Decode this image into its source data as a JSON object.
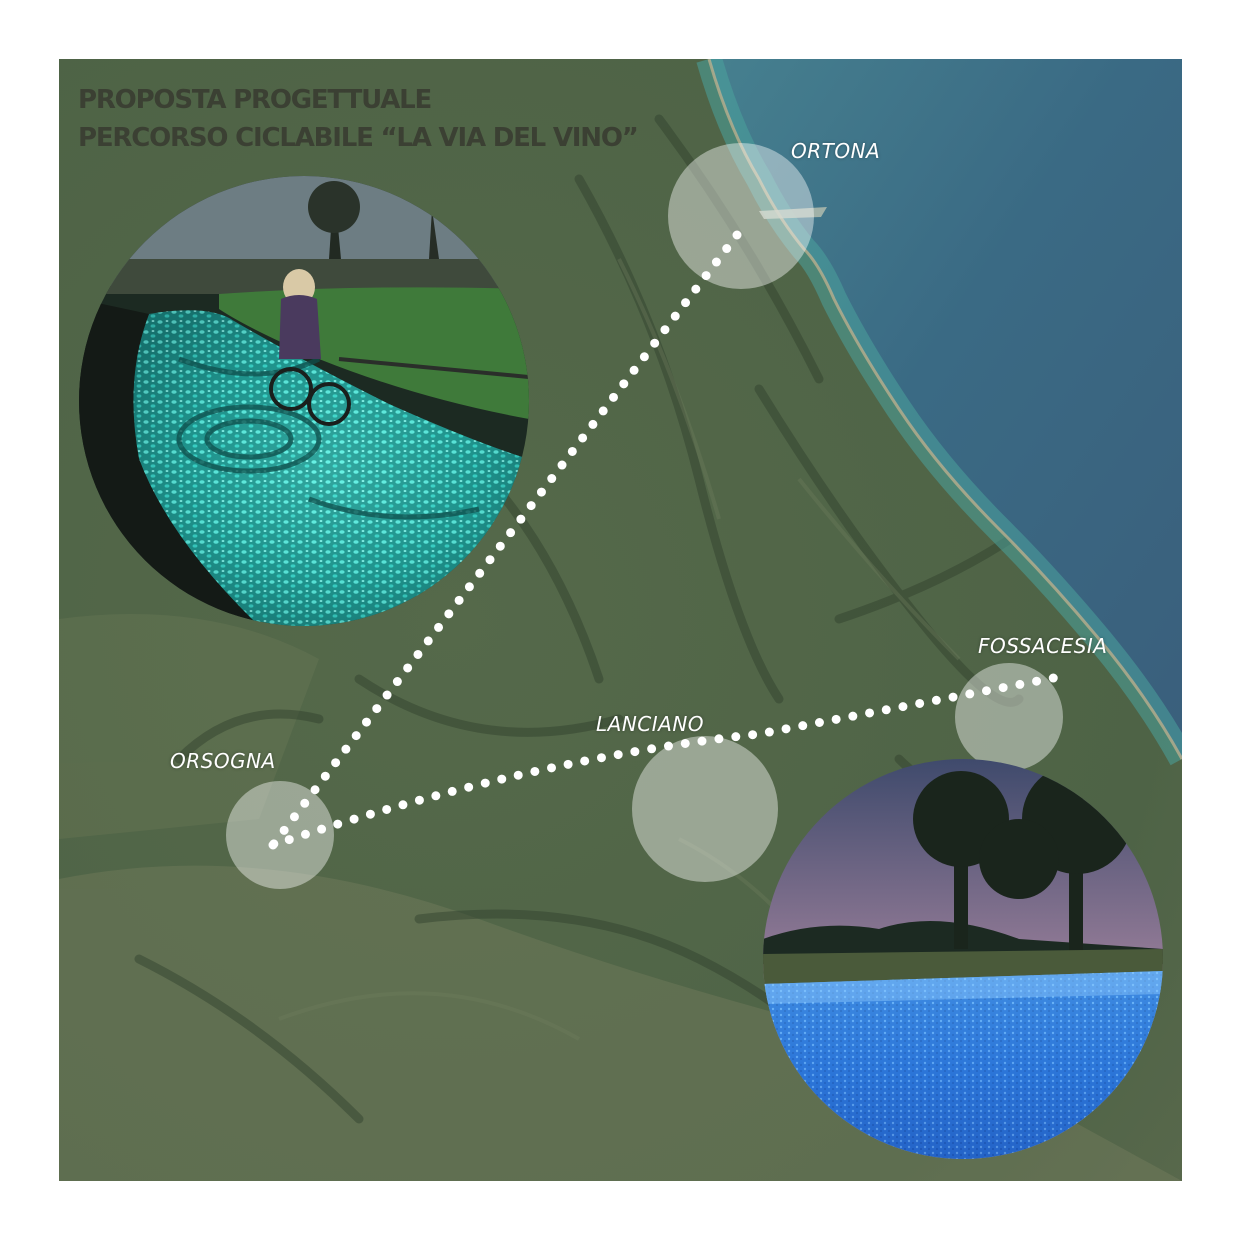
{
  "title": {
    "line1": "PROPOSTA PROGETTUALE",
    "line2": "PERCORSO CICLABILE “LA VIA DEL VINO”"
  },
  "places": [
    {
      "name": "ORTONA",
      "role": "town"
    },
    {
      "name": "FOSSACESIA",
      "role": "town"
    },
    {
      "name": "LANCIANO",
      "role": "town"
    },
    {
      "name": "ORSOGNA",
      "role": "town"
    }
  ],
  "route": {
    "style": "white dotted line",
    "stops": [
      "ORTONA",
      "ORSOGNA",
      "LANCIANO",
      "FOSSACESIA"
    ]
  },
  "photos": [
    {
      "subject": "glowing-cyan-bike-path-with-cyclist"
    },
    {
      "subject": "glowing-blue-path-at-dusk"
    }
  ],
  "colors": {
    "land": "#4f6446",
    "sea": "#3f6e84",
    "title": "#3b4033",
    "route": "#ffffff",
    "glow_cyan": "#35d6c8",
    "glow_blue": "#2f8fe8"
  }
}
